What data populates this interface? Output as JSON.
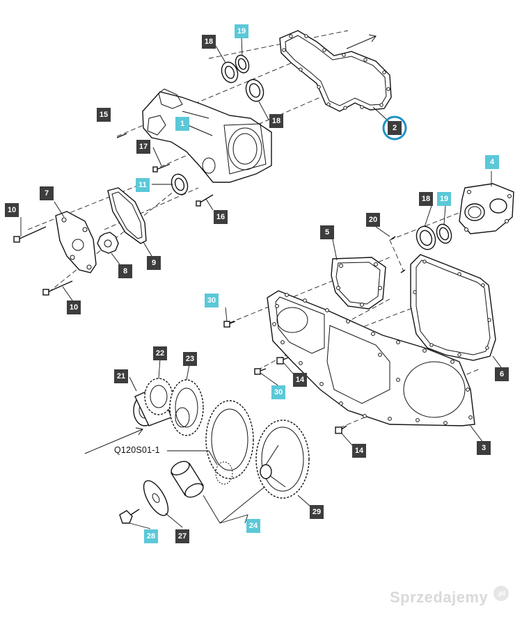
{
  "diagram": {
    "reference_code": "Q120S01-1",
    "callouts": [
      {
        "id": "c18a",
        "label": "18",
        "style": "dark"
      },
      {
        "id": "c19a",
        "label": "19",
        "style": "cyan"
      },
      {
        "id": "c15",
        "label": "15",
        "style": "dark"
      },
      {
        "id": "c1",
        "label": "1",
        "style": "cyan"
      },
      {
        "id": "c18b",
        "label": "18",
        "style": "dark"
      },
      {
        "id": "c2",
        "label": "2",
        "style": "dark",
        "highlighted": true
      },
      {
        "id": "c17",
        "label": "17",
        "style": "dark"
      },
      {
        "id": "c11",
        "label": "11",
        "style": "cyan"
      },
      {
        "id": "c16",
        "label": "16",
        "style": "dark"
      },
      {
        "id": "c4",
        "label": "4",
        "style": "cyan"
      },
      {
        "id": "c7",
        "label": "7",
        "style": "dark"
      },
      {
        "id": "c10a",
        "label": "10",
        "style": "dark"
      },
      {
        "id": "c9",
        "label": "9",
        "style": "dark"
      },
      {
        "id": "c8",
        "label": "8",
        "style": "dark"
      },
      {
        "id": "c10b",
        "label": "10",
        "style": "dark"
      },
      {
        "id": "c18c",
        "label": "18",
        "style": "dark"
      },
      {
        "id": "c19b",
        "label": "19",
        "style": "cyan"
      },
      {
        "id": "c20",
        "label": "20",
        "style": "dark"
      },
      {
        "id": "c5",
        "label": "5",
        "style": "dark"
      },
      {
        "id": "c30a",
        "label": "30",
        "style": "cyan"
      },
      {
        "id": "c6",
        "label": "6",
        "style": "dark"
      },
      {
        "id": "c22",
        "label": "22",
        "style": "dark"
      },
      {
        "id": "c23",
        "label": "23",
        "style": "dark"
      },
      {
        "id": "c21",
        "label": "21",
        "style": "dark"
      },
      {
        "id": "c14a",
        "label": "14",
        "style": "dark"
      },
      {
        "id": "c30b",
        "label": "30",
        "style": "cyan"
      },
      {
        "id": "c3",
        "label": "3",
        "style": "dark"
      },
      {
        "id": "c14b",
        "label": "14",
        "style": "dark"
      },
      {
        "id": "c29",
        "label": "29",
        "style": "dark"
      },
      {
        "id": "c24",
        "label": "24",
        "style": "cyan"
      },
      {
        "id": "c28",
        "label": "28",
        "style": "cyan"
      },
      {
        "id": "c27",
        "label": "27",
        "style": "dark"
      }
    ],
    "colors": {
      "dark_badge": "#3d3d3d",
      "cyan_badge": "#5bc8d8",
      "highlight_ring": "#1e90c8",
      "line": "#111111"
    }
  },
  "watermark": {
    "text": "Sprzedajemy",
    "suffix": ".pl"
  }
}
